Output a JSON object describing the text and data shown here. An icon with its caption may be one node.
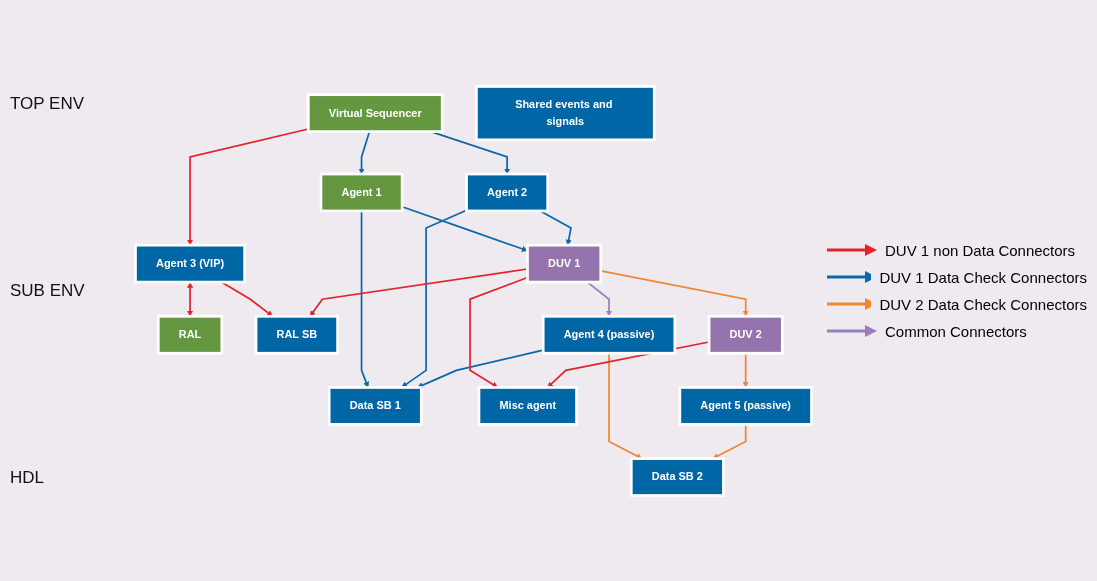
{
  "diagram": {
    "nodes": [
      {
        "text": [
          "Virtual Sequencer"
        ]
      },
      {
        "text": [
          "Agent 1"
        ]
      },
      {
        "text": [
          "RAL"
        ]
      },
      {
        "text": [
          "Agent 3 (VIP)"
        ]
      },
      {
        "text": [
          "RAL SB"
        ]
      },
      {
        "text": [
          "Shared events and signals"
        ]
      },
      {
        "text": [
          "Data SB 2"
        ]
      },
      {
        "text": [
          "Agent 2"
        ]
      },
      {
        "text": [
          "Data SB 1"
        ]
      },
      {
        "text": [
          "Agent 4 (passive)"
        ]
      },
      {
        "text": [
          "Misc agent"
        ]
      },
      {
        "text": [
          "Agent 5 (passive)"
        ]
      },
      {
        "text": [
          "DUV 1"
        ]
      },
      {
        "text": [
          "DUV 2"
        ]
      }
    ],
    "edges": [
      {
        "from": 0,
        "to": 1,
        "arrow": "to"
      },
      {
        "from": 0,
        "to": 7,
        "arrow": "to"
      },
      {
        "from": 0,
        "to": 3,
        "arrow": "to",
        "color": "#e3222b"
      },
      {
        "from": 3,
        "to": 2,
        "arrow": "both",
        "color": "#e3222b"
      },
      {
        "from": 3,
        "to": 4,
        "arrow": "to",
        "color": "#e3222b"
      },
      {
        "from": 1,
        "to": 8,
        "arrow": "to"
      },
      {
        "from": 1,
        "to": 12,
        "arrow": "to"
      },
      {
        "from": 7,
        "to": 8,
        "arrow": "to"
      },
      {
        "from": 7,
        "to": 12,
        "arrow": "to"
      },
      {
        "from": 9,
        "to": 8,
        "arrow": "to"
      },
      {
        "from": 9,
        "to": 6,
        "arrow": "to",
        "color": "#f0862e"
      },
      {
        "from": 11,
        "to": 6,
        "arrow": "to",
        "color": "#f0862e"
      },
      {
        "from": 12,
        "to": 4,
        "arrow": "to",
        "color": "#e3222b"
      },
      {
        "from": 12,
        "to": 10,
        "arrow": "to",
        "color": "#e3222b"
      },
      {
        "from": 13,
        "to": 10,
        "arrow": "to",
        "color": "#e3222b"
      },
      {
        "from": 12,
        "to": 13,
        "arrow": "to",
        "color": "#f0862e"
      },
      {
        "from": 12,
        "to": 9,
        "arrow": "to",
        "color": "#9b7fb8"
      },
      {
        "from": 13,
        "to": 11,
        "arrow": "to",
        "color": "#f0862e"
      }
    ],
    "labels": [
      "TOP ENV",
      "SUB ENV",
      "HDL"
    ],
    "legend": [
      {
        "text": "DUV 1 non Data Connectors",
        "color": "#e3222b"
      },
      {
        "text": "DUV 1 Data Check Connectors",
        "color": "#0a67a8"
      },
      {
        "text": "DUV 2 Data Check Connectors",
        "color": "#f0862e"
      },
      {
        "text": "Common Connectors",
        "color": "#9b7fb8"
      }
    ]
  }
}
